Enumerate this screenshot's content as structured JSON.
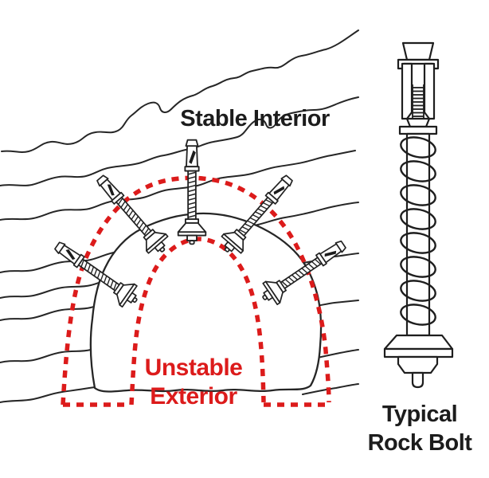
{
  "labels": {
    "stable_interior": "Stable Interior",
    "unstable_line1": "Unstable",
    "unstable_line2": "Exterior",
    "caption_line1": "Typical",
    "caption_line2": "Rock Bolt"
  },
  "colors": {
    "accent-red": "#dc1b1b",
    "ink": "#1c1c1c",
    "line": "#262626",
    "background": "#ffffff"
  },
  "figure": {
    "rock_bolt_count": 5,
    "icons": [
      "rock-strata-icon",
      "tunnel-outline-icon",
      "rock-bolt-icon",
      "dashed-stability-boundary-icon",
      "expansion-anchor-icon",
      "bearing-plate-icon"
    ]
  }
}
